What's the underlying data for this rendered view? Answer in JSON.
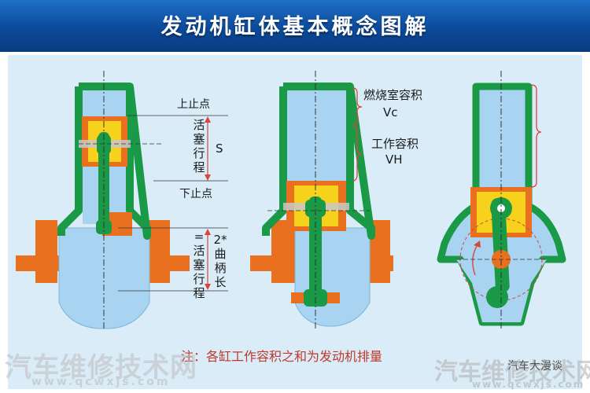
{
  "header": {
    "title": "发动机缸体基本概念图解"
  },
  "labels": {
    "tdc": "上止点",
    "bdc": "下止点",
    "stroke_vertical": "活塞行程",
    "s_symbol": "S",
    "crank_eq": "=活塞行程",
    "crank_double": "2*曲柄长",
    "combustion_volume": "燃烧室容积",
    "vc": "Vc",
    "working_volume": "工作容积",
    "vh": "VH"
  },
  "note": "注：各缸工作容积之和为发动机排量",
  "watermarks": {
    "left_brand": "汽车维修技术网",
    "left_url": "www.qcwxjs.com",
    "right_brand": "汽车维修技术网",
    "right_url": "www.qcwxjs.com",
    "wechat": "汽车大漫谈"
  },
  "colors": {
    "header_blue": "#0b4a9a",
    "panel_bg": "#d9ecf7",
    "wall_green": "#1a9a46",
    "cylinder_blue": "#a8d4f2",
    "piston_orange": "#e8701e",
    "piston_yellow": "#f6d21c",
    "bracket_red": "#d9453c"
  }
}
